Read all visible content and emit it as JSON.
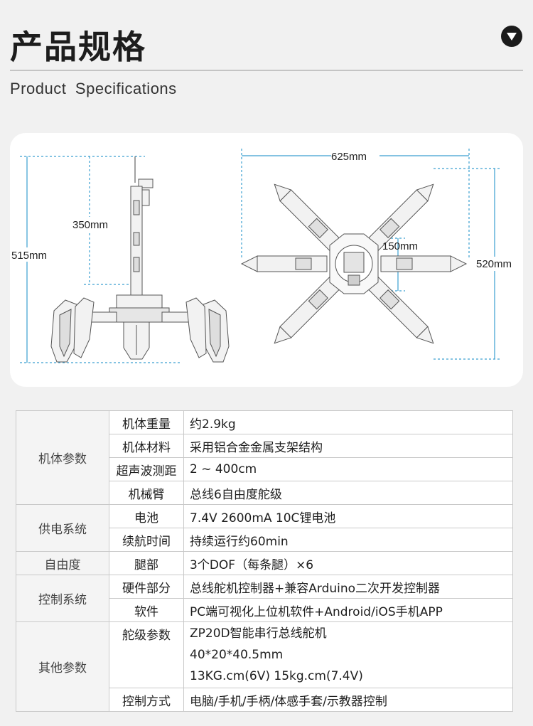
{
  "header": {
    "title": "产品规格",
    "subtitle": "Product  Specifications",
    "toggle_icon": "chevron-down-circle-icon"
  },
  "diagram": {
    "side_view": {
      "total_height_label": "515mm",
      "arm_height_label": "350mm"
    },
    "top_view": {
      "width_label": "625mm",
      "height_label": "520mm",
      "body_label": "150mm"
    },
    "line_color": "#3a9fd0"
  },
  "specs": {
    "groups": [
      {
        "category": "机体参数",
        "rows": [
          {
            "param": "机体重量",
            "value": "约2.9kg"
          },
          {
            "param": "机体材料",
            "value": "采用铝合金金属支架结构"
          },
          {
            "param": "超声波测距",
            "value": "2 ~ 400cm"
          },
          {
            "param": "机械臂",
            "value": "总线6自由度舵级"
          }
        ]
      },
      {
        "category": "供电系统",
        "rows": [
          {
            "param": "电池",
            "value": "7.4V  2600mA  10C锂电池"
          },
          {
            "param": "续航时间",
            "value": "持续运行约60min"
          }
        ]
      },
      {
        "category": "自由度",
        "rows": [
          {
            "param": "腿部",
            "value": "3个DOF（每条腿）×6"
          }
        ]
      },
      {
        "category": "控制系统",
        "rows": [
          {
            "param": "硬件部分",
            "value": "总线舵机控制器+兼容Arduino二次开发控制器"
          },
          {
            "param": "软件",
            "value": "PC端可视化上位机软件+Android/iOS手机APP"
          }
        ]
      },
      {
        "category": "其他参数",
        "rows": [
          {
            "param": "舵级参数",
            "lines": [
              "ZP20D智能串行总线舵机",
              "40*20*40.5mm",
              "13KG.cm(6V) 15kg.cm(7.4V)"
            ]
          },
          {
            "param": "控制方式",
            "value": "电脑/手机/手柄/体感手套/示教器控制"
          }
        ]
      }
    ]
  }
}
